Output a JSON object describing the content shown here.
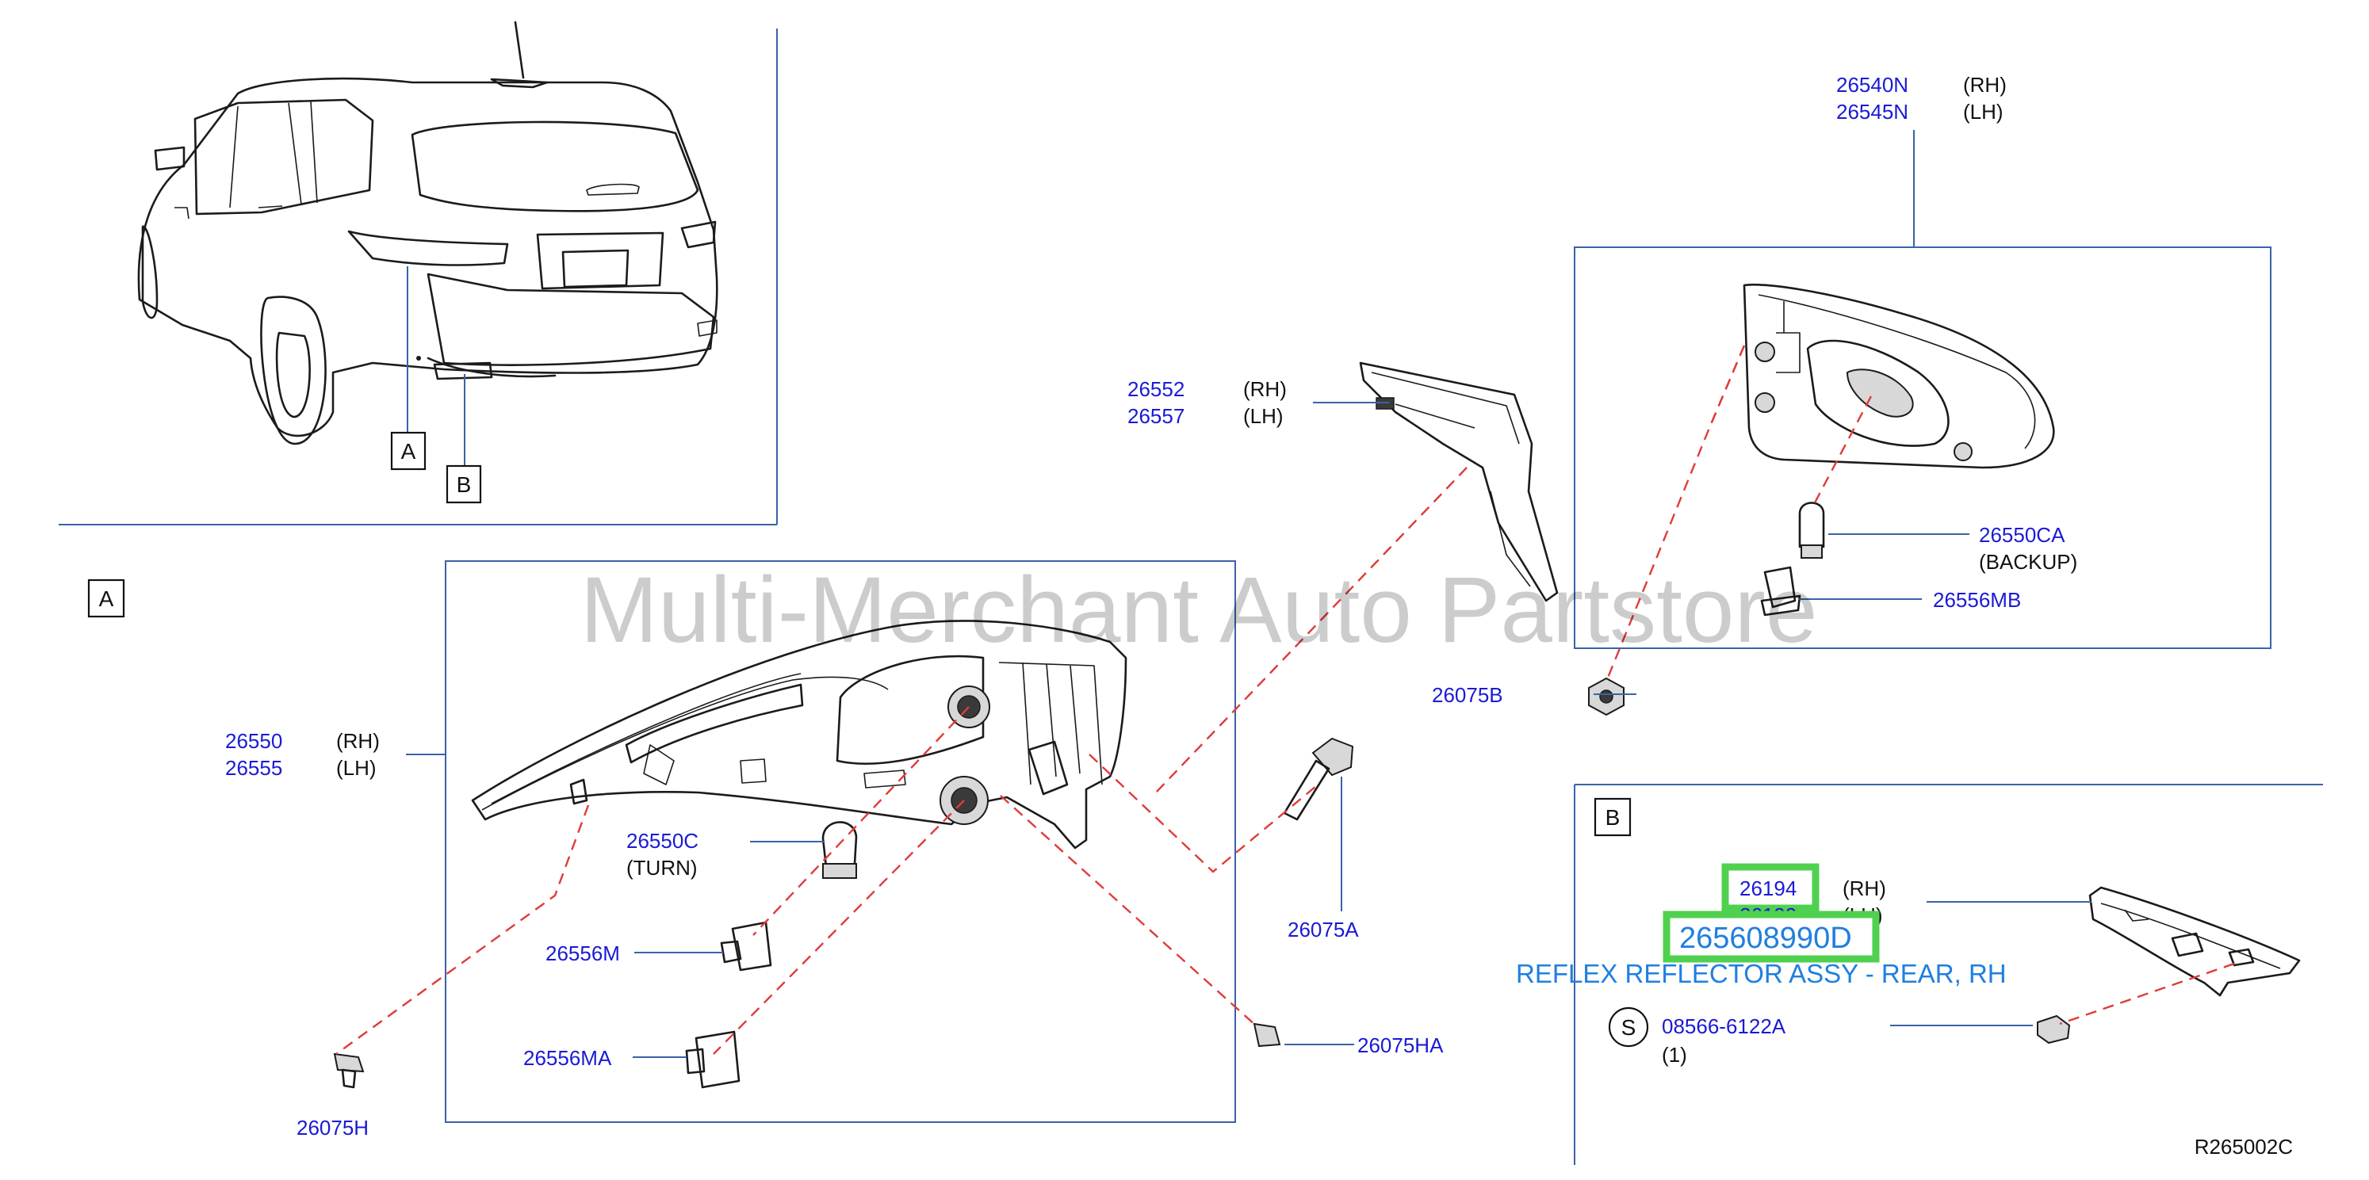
{
  "watermark": "Multi-Merchant Auto Partstore",
  "diagram_code": "R265002C",
  "callouts": {
    "a": "A",
    "b": "B",
    "view_a": "A",
    "view_b": "B",
    "s": "S"
  },
  "parts": {
    "p26540N": "26540N",
    "p26540N_side": "(RH)",
    "p26545N": "26545N",
    "p26545N_side": "(LH)",
    "p26552": "26552",
    "p26552_side": "(RH)",
    "p26557": "26557",
    "p26557_side": "(LH)",
    "p26550CA": "26550CA",
    "p26550CA_note": "(BACKUP)",
    "p26556MB": "26556MB",
    "p26075B": "26075B",
    "p26550": "26550",
    "p26550_side": "(RH)",
    "p26555": "26555",
    "p26555_side": "(LH)",
    "p26550C": "26550C",
    "p26550C_note": "(TURN)",
    "p26556M": "26556M",
    "p26556MA": "26556MA",
    "p26075H": "26075H",
    "p26075A": "26075A",
    "p26075HA": "26075HA",
    "p26194": "26194",
    "p26194_side": "(RH)",
    "p26199": "26199",
    "p26199_side": "(LH)",
    "p08566": "08566-6122A",
    "p08566_qty": "(1)"
  },
  "selection": {
    "part_number": "265608990D",
    "description": "REFLEX REFLECTOR ASSY - REAR, RH",
    "highlight_color": "#4fd14f",
    "text_color": "#1f7fe0"
  },
  "colors": {
    "part_number": "#1a1ad6",
    "frame": "#3a62a8",
    "dashed_leader": "#e03b3b"
  }
}
